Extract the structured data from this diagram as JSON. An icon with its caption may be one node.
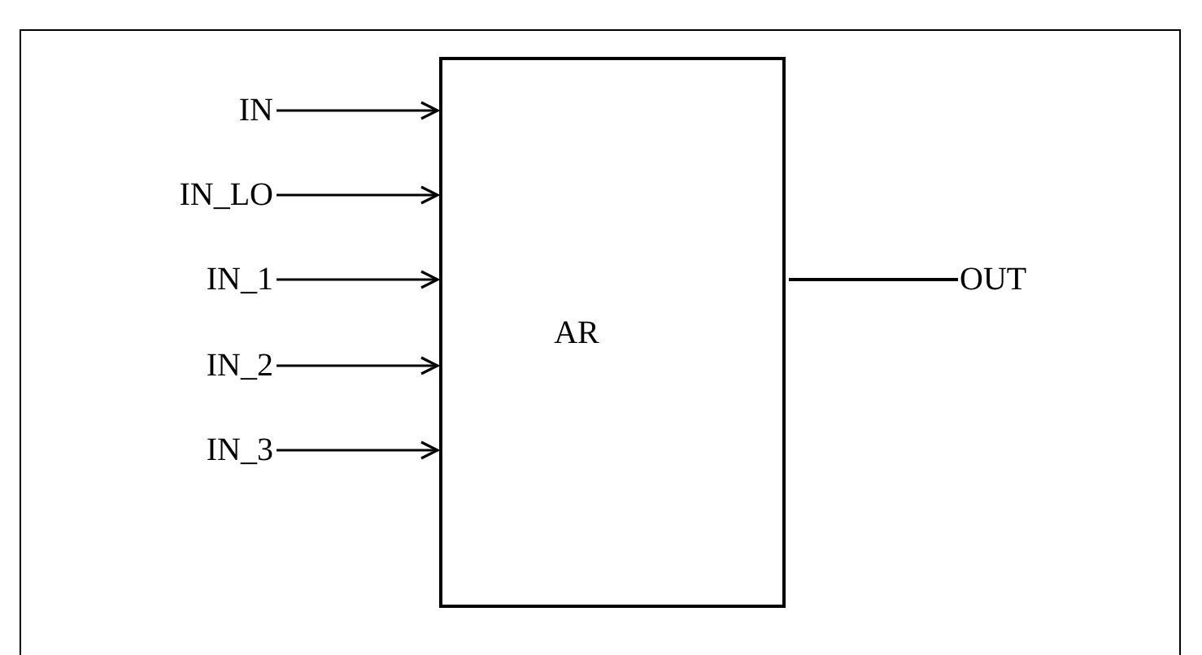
{
  "diagram": {
    "nodes": [
      {
        "text": [
          "AR"
        ]
      },
      {
        "text": [
          "IN"
        ]
      },
      {
        "text": [
          "IN_LO"
        ]
      },
      {
        "text": [
          "IN_1"
        ]
      },
      {
        "text": [
          "IN_2"
        ]
      },
      {
        "text": [
          "IN_3"
        ]
      },
      {
        "text": [
          "OUT"
        ]
      }
    ],
    "edges": [
      {
        "from": 1,
        "to": 0,
        "arrow": "to"
      },
      {
        "from": 2,
        "to": 0,
        "arrow": "to"
      },
      {
        "from": 3,
        "to": 0,
        "arrow": "to"
      },
      {
        "from": 4,
        "to": 0,
        "arrow": "to"
      },
      {
        "from": 5,
        "to": 0,
        "arrow": "to"
      },
      {
        "from": 0,
        "to": 6,
        "arrow": "none"
      }
    ]
  }
}
